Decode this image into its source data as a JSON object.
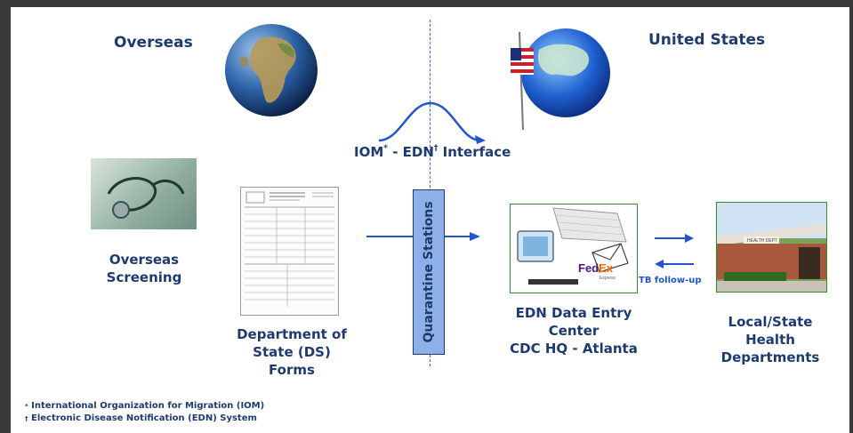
{
  "headings": {
    "overseas": "Overseas",
    "united_states": "United States"
  },
  "interface": {
    "iom": "IOM",
    "sup1": "*",
    "mid": " - EDN",
    "sup2": "†",
    "rest": " Interface"
  },
  "quarantine": "Quarantine Stations",
  "screening": {
    "line1": "Overseas",
    "line2": "Screening"
  },
  "ds_forms": {
    "line1": "Department of",
    "line2": "State (DS) Forms"
  },
  "edn_center": {
    "line1": "EDN Data Entry",
    "line2": "Center",
    "line3": "CDC HQ - Atlanta"
  },
  "health_dept": {
    "line1": "Local/State",
    "line2": "Health",
    "line3": "Departments"
  },
  "tb_followup": "TB follow-up",
  "fedex": {
    "fed": "Fed",
    "ex": "Ex",
    "sub": "Express"
  },
  "building_sign": "HEALTH DEPT",
  "footnotes": {
    "n1_mark": "*",
    "n1": "International Organization for Migration (IOM)",
    "n2_mark": "†",
    "n2": "Electronic Disease Notification (EDN) System"
  },
  "colors": {
    "text": "#1f3a6e",
    "arrow": "#2255cc",
    "qs_fill": "#8db0e8",
    "frame": "#2e8b2e"
  }
}
